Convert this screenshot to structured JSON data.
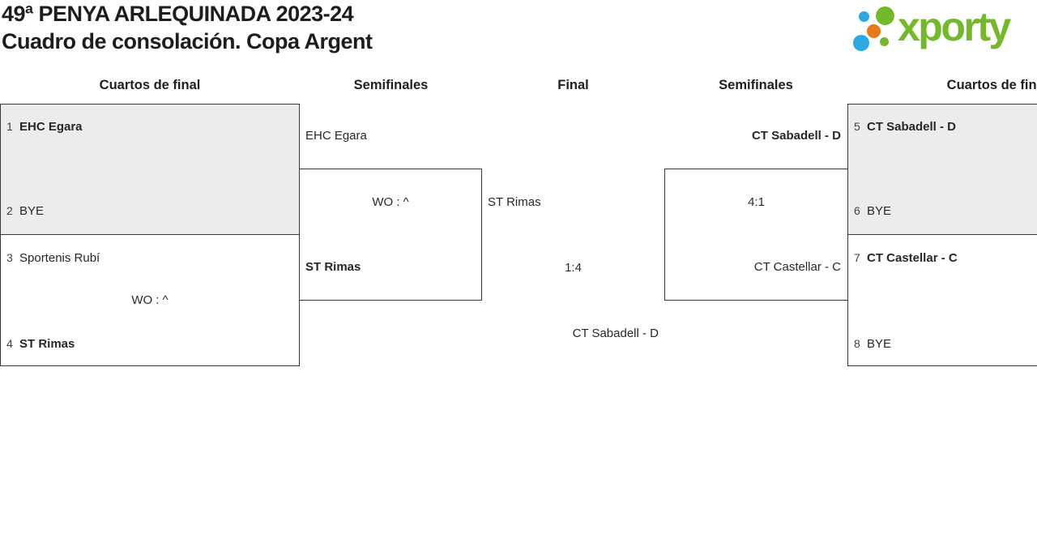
{
  "header": {
    "title_line1": "49ª PENYA ARLEQUINADA 2023-24",
    "title_line2": "Cuadro de consolación. Copa Argent"
  },
  "logo": {
    "wordmark": "xporty",
    "colors": {
      "green": "#76b82d",
      "blue": "#2ba9e1",
      "orange": "#e8781a"
    }
  },
  "rounds": [
    "Cuartos de final",
    "Semifinales",
    "Final",
    "Semifinales",
    "Cuartos de final"
  ],
  "matches": {
    "qf_left_top": {
      "seed_top": "1",
      "team_top": "EHC Egara",
      "seed_bottom": "2",
      "team_bottom": "BYE"
    },
    "qf_left_bottom": {
      "seed_top": "3",
      "team_top": "Sportenis Rubí",
      "score": "WO : ^",
      "seed_bottom": "4",
      "team_bottom": "ST Rimas"
    },
    "sf_left": {
      "team_top": "EHC Egara",
      "score": "WO : ^",
      "team_bottom": "ST Rimas"
    },
    "final": {
      "team_left": "ST Rimas",
      "score": "1:4",
      "team_right": "CT Sabadell - D"
    },
    "sf_right": {
      "team_top": "CT Sabadell - D",
      "score": "4:1",
      "team_bottom": "CT Castellar - C"
    },
    "qf_right_top": {
      "seed_top": "5",
      "team_top": "CT Sabadell - D",
      "seed_bottom": "6",
      "team_bottom": "BYE"
    },
    "qf_right_bottom": {
      "seed_top": "7",
      "team_top": "CT Castellar - C",
      "seed_bottom": "8",
      "team_bottom": "BYE"
    }
  },
  "colors": {
    "bye_box_bg": "#ececec",
    "line": "#383838"
  }
}
